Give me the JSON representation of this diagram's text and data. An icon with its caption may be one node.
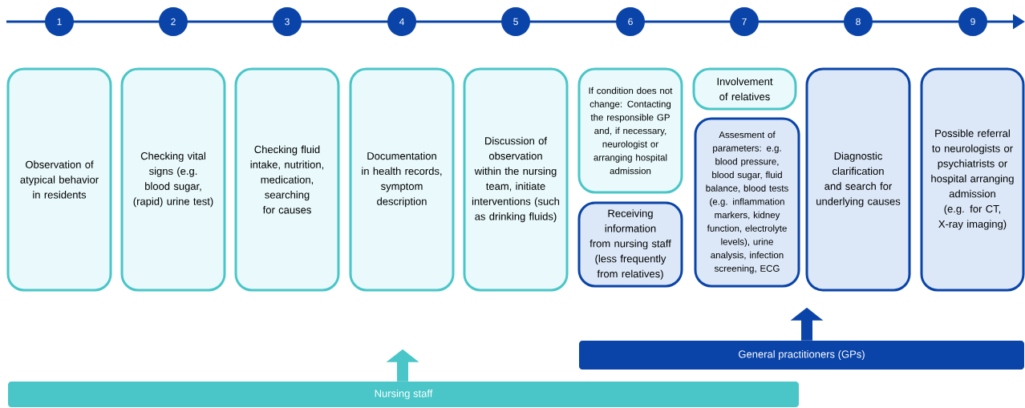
{
  "diagram": {
    "nodes": [
      {
        "text": [
          "1"
        ]
      },
      {
        "text": [
          "2"
        ]
      },
      {
        "text": [
          "3"
        ]
      },
      {
        "text": [
          "4"
        ]
      },
      {
        "text": [
          "5"
        ]
      },
      {
        "text": [
          "6"
        ]
      },
      {
        "text": [
          "7"
        ]
      },
      {
        "text": [
          "8"
        ]
      },
      {
        "text": [
          "9"
        ]
      },
      {
        "text": [
          "Observation of atypical behavior in residents"
        ]
      },
      {
        "text": [
          "Checking vital signs (e.g. blood sugar, (rapid) urine test)"
        ]
      },
      {
        "text": [
          "Checking fluid intake, nutrition, medication, searching for causes"
        ]
      },
      {
        "text": [
          "Documentation in health records, symptom description"
        ]
      },
      {
        "text": [
          "Discussion of observation within the nursing team, initiate interventions (such as drinking fluids)"
        ]
      },
      {
        "text": [
          "If condition does not change: Contacting the responsible GP and, if necessary, neurologist or arranging hospital admission"
        ]
      },
      {
        "text": [
          "Receiving information from nursing staff (less frequently from relatives)"
        ]
      },
      {
        "text": [
          "Involvement of relatives"
        ]
      },
      {
        "text": [
          "Assesment of parameters: e.g. blood pressure, blood sugar, fluid balance, blood tests (e.g. inflammation markers, kidney function, electrolyte levels), urine analysis, infection screening, ECG"
        ]
      },
      {
        "text": [
          "Diagnostic clarification and search for underlying causes"
        ]
      },
      {
        "text": [
          "Possible referral to neurologists or psychiatrists or hospital arranging admission (e.g. for CT, X-ray imaging)"
        ]
      },
      {
        "text": [
          "General practitioners (GPs)"
        ]
      },
      {
        "text": [
          "Nursing staff"
        ]
      }
    ],
    "edges": [
      {
        "from": 20,
        "to": null,
        "arrow": "to",
        "color": "#0a44a8"
      },
      {
        "from": 21,
        "to": null,
        "arrow": "to",
        "color": "#4ac6c8"
      }
    ]
  }
}
